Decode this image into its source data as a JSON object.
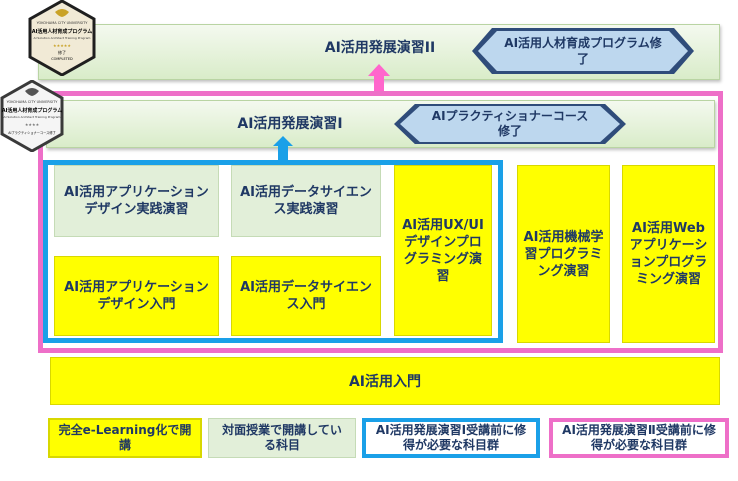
{
  "practice2": {
    "title": "AI活用発展演習II",
    "badge": "AI活用人材育成プログラム修了"
  },
  "practice1": {
    "title": "AI活用発展演習I",
    "badge": "AIプラクティショナーコース修了"
  },
  "cards": {
    "app_design_practice": "AI活用アプリケーションデザイン実践演習",
    "data_science_practice": "AI活用データサイエンス実践演習",
    "app_design_intro": "AI活用アプリケーションデザイン入門",
    "data_science_intro": "AI活用データサイエンス入門",
    "ux_ui": "AI活用UX/UIデザインプログラミング演習",
    "ml": "AI活用機械学習プログラミング演習",
    "web": "AI活用Webアプリケーションプログラミング演習"
  },
  "intro": "AI活用入門",
  "legend": {
    "elearning": "完全e-Learning化で開講",
    "face_to_face": "対面授業で開講している科目",
    "prereq1": "AI活用発展演習Ⅰ受講前に修得が必要な科目群",
    "prereq2": "AI活用発展演習Ⅱ受講前に修得が必要な科目群"
  },
  "logos": {
    "top": [
      "YOKOHAMA CITY UNIVERSITY",
      "AI活用人材育成プログラム",
      "AI Solution Architect Training Program",
      "修了",
      "COMPLETED"
    ],
    "bottom": [
      "YOKOHAMA CITY UNIVERSITY",
      "AI活用人材育成プログラム",
      "AI Solution Architect Training Program",
      "AIプラクティショナーコース修了"
    ]
  },
  "colors": {
    "pink": "#ee6fc8",
    "blue": "#1aa0e8",
    "yellow": "#ffff00",
    "green": "#e2efd9",
    "arrow": "#ff66cc",
    "arrow_blue": "#1aa0e8"
  }
}
